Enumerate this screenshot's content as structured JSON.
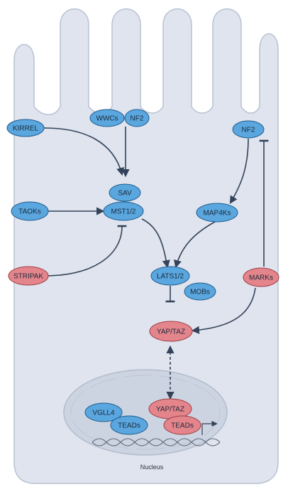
{
  "colors": {
    "cell_fill": "#dfe4ee",
    "cell_stroke": "#b8c1d2",
    "node_blue": "#5aa6de",
    "node_blue_stroke": "#1f5d8f",
    "node_red": "#e4858c",
    "node_red_stroke": "#9e3d45",
    "arrow": "#34435a",
    "nucleus_fill": "#cdd4e1"
  },
  "nodes": {
    "kirrel": "KIRREL",
    "wwcs": "WWCs",
    "nf2_top": "NF2",
    "nf2_right": "NF2",
    "sav": "SAV",
    "taoks": "TAOKs",
    "mst12": "MST1/2",
    "map4ks": "MAP4Ks",
    "stripak": "STRIPAK",
    "lats12": "LATS1/2",
    "mobs": "MOBs",
    "marks": "MARKs",
    "yaptaz": "YAP/TAZ",
    "vgll4": "VGLL4",
    "teads_left": "TEADs",
    "yaptaz_nuc": "YAP/TAZ",
    "teads_right": "TEADs"
  },
  "nucleus_label": "Nucleus"
}
